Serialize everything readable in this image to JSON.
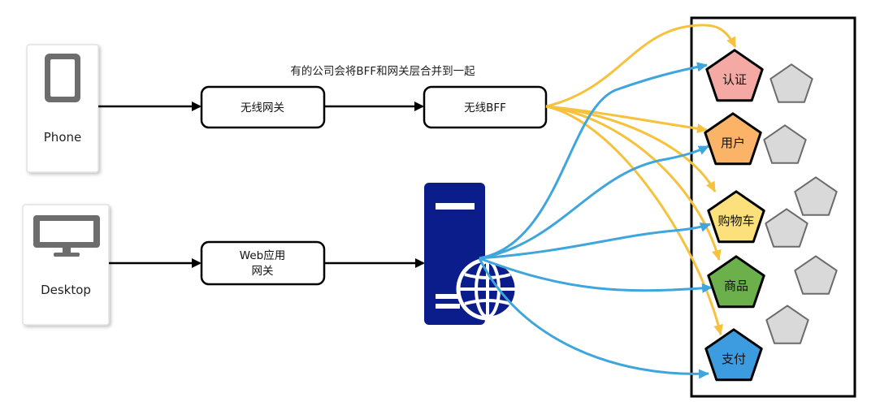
{
  "devices": {
    "phone": {
      "label": "Phone",
      "icon": "phone-icon"
    },
    "desktop": {
      "label": "Desktop",
      "icon": "monitor-icon"
    }
  },
  "gateways": {
    "wireless_gateway": "无线网关",
    "wireless_bff": "无线BFF",
    "web_gateway_line1": "Web应用",
    "web_gateway_line2": "网关"
  },
  "note": "有的公司会将BFF和网关层合并到一起",
  "server": {
    "icon": "server-globe-icon"
  },
  "services": [
    {
      "label": "认证",
      "color": "#f4a9a4"
    },
    {
      "label": "用户",
      "color": "#fbb367"
    },
    {
      "label": "购物车",
      "color": "#fbe07c"
    },
    {
      "label": "商品",
      "color": "#6bb04a"
    },
    {
      "label": "支付",
      "color": "#3d9be0"
    }
  ],
  "colors": {
    "wireless_link": "#f6c23e",
    "web_link": "#3fa5dd",
    "server_body": "#0b1d8a",
    "placeholder_service": "#d9d9d9"
  }
}
